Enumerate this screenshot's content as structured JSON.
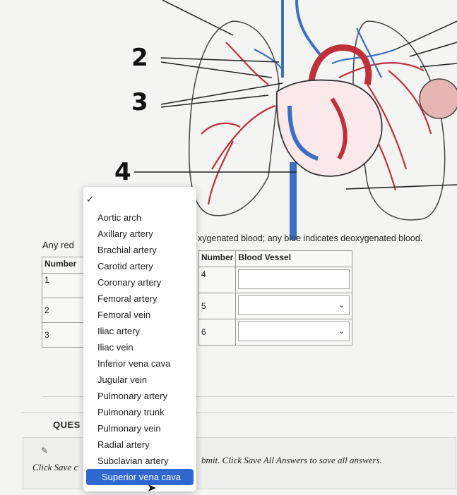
{
  "diagram": {
    "labels": [
      "2",
      "3",
      "4"
    ]
  },
  "captions": {
    "left_fragment": "Any red",
    "right_fragment": "xygenated blood; any blue indicates deoxygenated blood."
  },
  "left_table": {
    "header": "Number",
    "rows": [
      "1",
      "2",
      "3"
    ]
  },
  "right_table": {
    "headers": [
      "Number",
      "Blood Vessel"
    ],
    "rows": [
      "4",
      "5",
      "6"
    ]
  },
  "dropdown": {
    "checkmark": "✓",
    "options": [
      "Aortic arch",
      "Axillary artery",
      "Brachial artery",
      "Carotid artery",
      "Coronary artery",
      "Femoral artery",
      "Femoral vein",
      "Iliac artery",
      "Iliac vein",
      "Inferior vena cava",
      "Jugular vein",
      "Pulmonary artery",
      "Pulmonary trunk",
      "Pulmonary vein",
      "Radial artery",
      "Subclavian artery",
      "Superior vena cava"
    ],
    "highlighted": "Superior vena cava"
  },
  "question": {
    "label": "QUES",
    "footer_left": "Click Save c",
    "footer_right": "bmit. Click Save All Answers to save all answers."
  },
  "icons": {
    "pencil": "pencil-icon",
    "chevron": "chevron-down-icon",
    "cursor": "pointer-cursor-icon"
  },
  "colors": {
    "artery": "#c0303a",
    "vein": "#3a6fc4",
    "highlight": "#2f66cf"
  }
}
